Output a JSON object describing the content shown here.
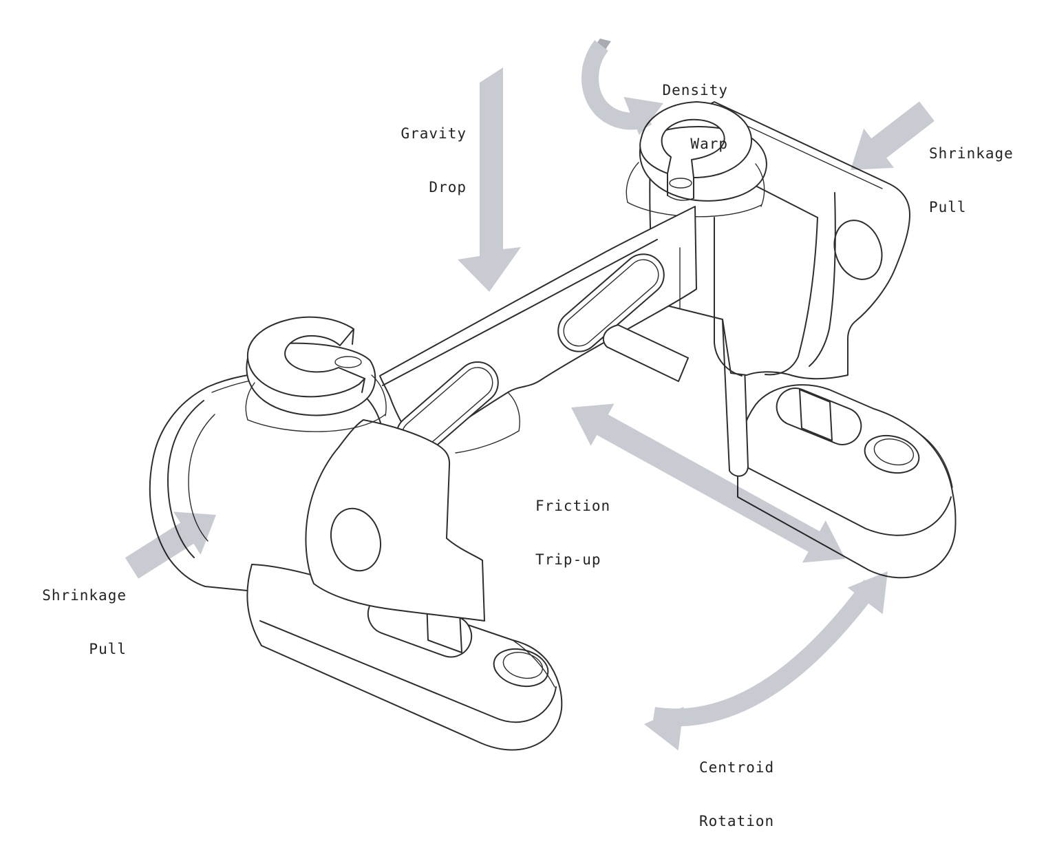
{
  "diagram": {
    "kind": "isometric CAD part with molding-defect annotations",
    "background": "#ffffff"
  },
  "colors": {
    "arrow": "#c8cbd1",
    "arrow_dark": "#a7abb2",
    "line": "#2d2d2d",
    "text": "#232323"
  },
  "annotations": {
    "gravity_drop": {
      "line1": "Gravity",
      "line2": "Drop",
      "arrow": "straight-down-arrow"
    },
    "density_warp": {
      "line1": "Density",
      "line2": "Warp",
      "arrow": "twist-rotation-arrow"
    },
    "shrinkage_pull_right": {
      "line1": "Shrinkage",
      "line2": "Pull",
      "arrow": "down-left-arrow"
    },
    "friction_trip_up": {
      "line1": "Friction",
      "line2": "Trip-up",
      "arrow": "double-headed-diagonal-arrow"
    },
    "shrinkage_pull_left": {
      "line1": "Shrinkage",
      "line2": "Pull",
      "arrow": "up-right-arrow"
    },
    "centroid_rotation": {
      "line1": "Centroid",
      "line2": "Rotation",
      "arrow": "curved-arc-double-arrow"
    }
  }
}
